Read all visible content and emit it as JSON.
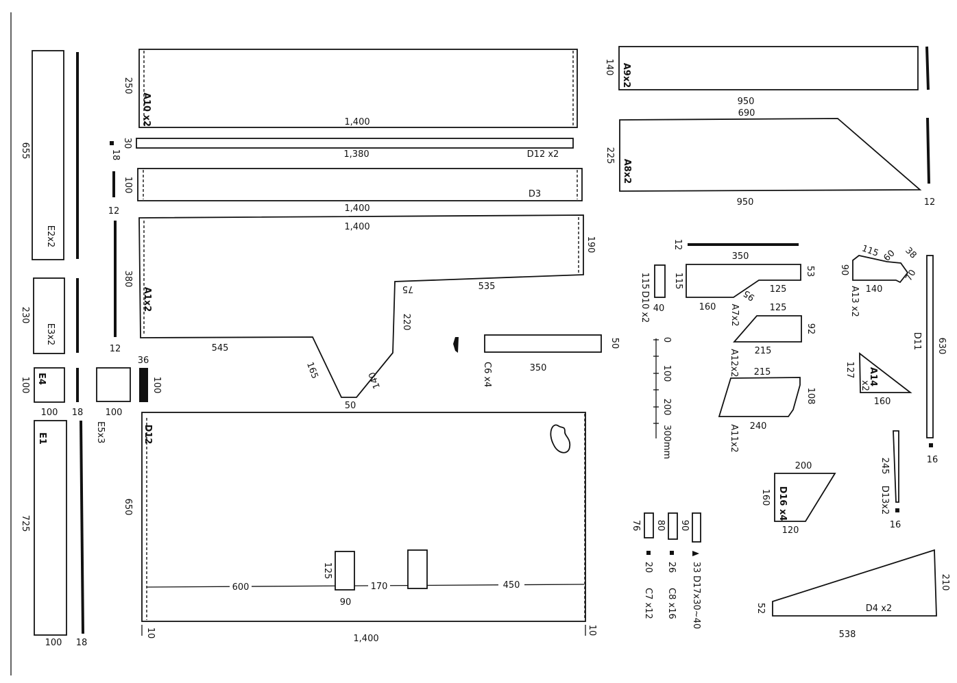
{
  "labels": {
    "e2": "E2x2",
    "e3": "E3x2",
    "e4": "E4",
    "e1": "E1",
    "e5": "E5x3",
    "a10": "A10 x2",
    "d12a": "D12 x2",
    "d3": "D3",
    "a1": "A1x2",
    "c6": "C6 x4",
    "d12b": "D12",
    "a9": "A9x2",
    "a8": "A8x2",
    "d10": "D10 x2",
    "a7": "A7x2",
    "a12": "A12x2",
    "a11": "A11x2",
    "a13": "A13 x2",
    "a14": "A14",
    "a14q": "x2",
    "d11": "D11",
    "d13": "D13x2",
    "d16": "D16 x4",
    "d4": "D4 x2",
    "c7": "C7 x12",
    "c8": "C8 x16",
    "d17": "D17x30~40"
  },
  "dims": {
    "e2_h": "655",
    "e3_h": "230",
    "e4_h": "100",
    "e4_w": "100",
    "e5_w": "100",
    "e1_h": "725",
    "e1_w": "100",
    "t18a": "18",
    "t18b": "18",
    "t12a": "12",
    "t12b": "12",
    "t36": "36",
    "t36h": "100",
    "a10_h": "250",
    "a10_w": "1,400",
    "d12_h": "30",
    "d12_t": "18",
    "d12_w": "1,380",
    "d3_h": "100",
    "d3_w": "1,400",
    "a1_top": "1,400",
    "a1_h": "380",
    "a1_r": "190",
    "a1_545": "545",
    "a1_165": "165",
    "a1_50": "50",
    "a1_140": "140",
    "a1_220": "220",
    "a1_75": "75",
    "a1_535": "535",
    "c6_w": "350",
    "c6_h": "50",
    "p_h": "650",
    "p_600": "600",
    "p_125": "125",
    "p_90": "90",
    "p_170": "170",
    "p_450": "450",
    "p_w": "1,400",
    "p_10a": "10",
    "p_10b": "10",
    "a9_h": "140",
    "a9_w": "950",
    "a8_top": "690",
    "a8_h": "225",
    "a8_w": "950",
    "a8_12": "12",
    "a7_12": "12",
    "a7_350": "350",
    "a7_115": "115",
    "a7_53": "53",
    "a7_125": "125",
    "a7_95": "95",
    "a7_160": "160",
    "d10_h": "115",
    "d10_w": "40",
    "a12_125": "125",
    "a12_92": "92",
    "a12_215": "215",
    "a11_215": "215",
    "a11_108": "108",
    "a11_240": "240",
    "a13_90": "90",
    "a13_115": "115",
    "a13_60": "60",
    "a13_38": "38",
    "a13_70": "70",
    "a13_140": "140",
    "a14_127": "127",
    "a14_160": "160",
    "d11_h": "630",
    "d11_t": "16",
    "d13_h": "245",
    "d13_t": "16",
    "d16_200": "200",
    "d16_160": "160",
    "d16_120": "120",
    "d4_52": "52",
    "d4_210": "210",
    "d4_538": "538",
    "c7_h": "76",
    "c7_t": "20",
    "c8_h": "80",
    "c8_t": "26",
    "d17_h": "90",
    "d17_t": "33"
  },
  "scale": {
    "ticks": [
      "0",
      "100",
      "200",
      "300mm"
    ]
  }
}
